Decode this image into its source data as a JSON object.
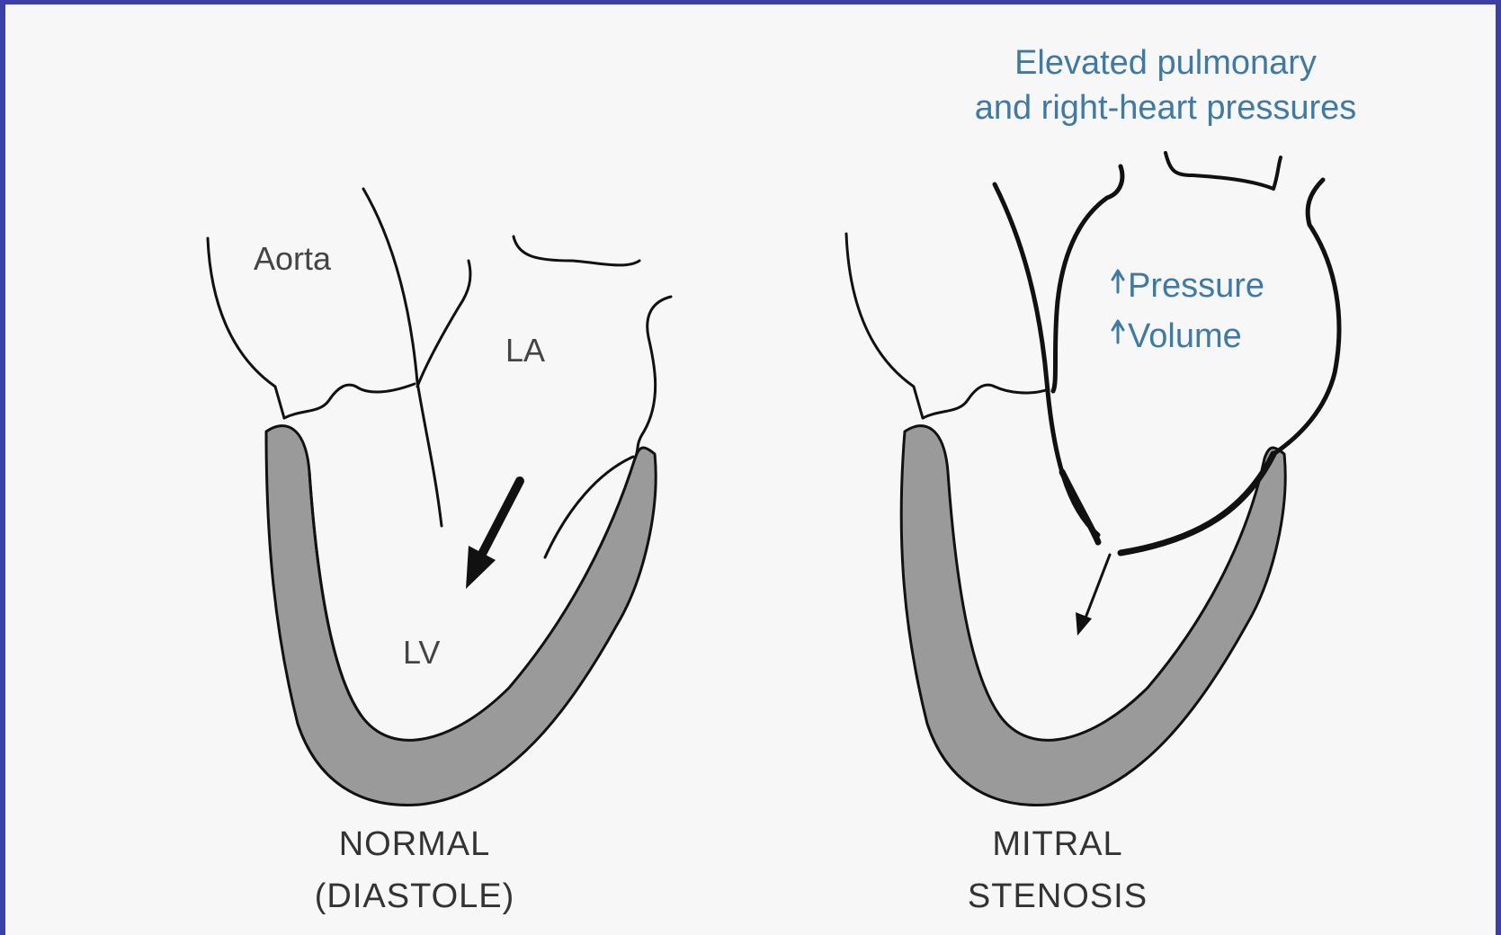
{
  "colors": {
    "border": "#3b3fa8",
    "background": "#f7f7f7",
    "wall_fill": "#9a9a9a",
    "outline": "#111111",
    "annotation_blue": "#3d7aa6"
  },
  "normal": {
    "label_aorta": "Aorta",
    "label_la": "LA",
    "label_lv": "LV",
    "caption_line1": "NORMAL",
    "caption_line2": "(DIASTOLE)"
  },
  "stenosis": {
    "title_line1": "Elevated pulmonary",
    "title_line2": "and right-heart pressures",
    "indicator_pressure": "Pressure",
    "indicator_volume": "Volume",
    "caption_line1": "MITRAL",
    "caption_line2": "STENOSIS"
  }
}
